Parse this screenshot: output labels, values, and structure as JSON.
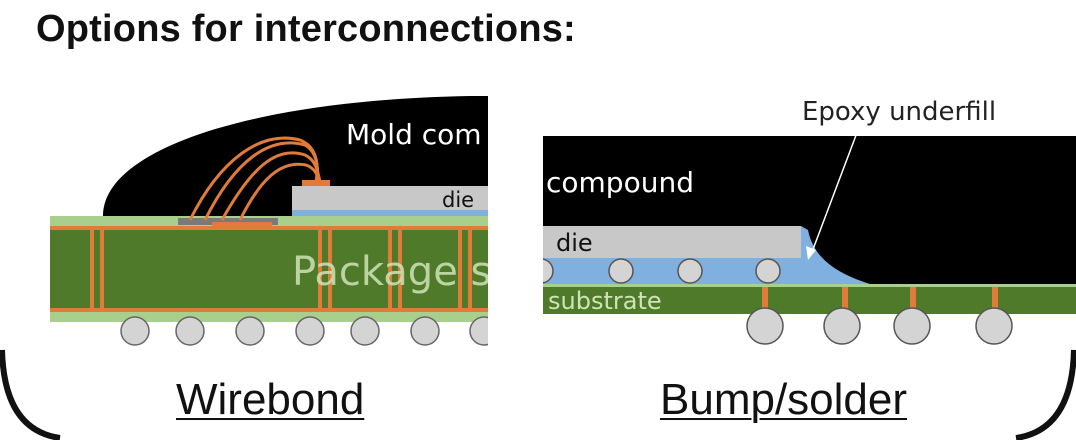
{
  "title": "Options for interconnections:",
  "wirebond": {
    "mold_label": "Mold com",
    "die_label": "die",
    "substrate_label": "Package su",
    "caption": "Wirebond"
  },
  "bump": {
    "underfill_label": "Epoxy underfill",
    "mold_label": "compound",
    "die_label": "die",
    "substrate_label": "substrate",
    "caption": "Bump/solder"
  },
  "colors": {
    "mold": "#000000",
    "die": "#c8c8c8",
    "substrate": "#4f7a2a",
    "substrate_light": "#a9cf8c",
    "bond_wire": "#e07b39",
    "underfill": "#7fb0e0",
    "solder_ball": "#d4d4d4"
  }
}
